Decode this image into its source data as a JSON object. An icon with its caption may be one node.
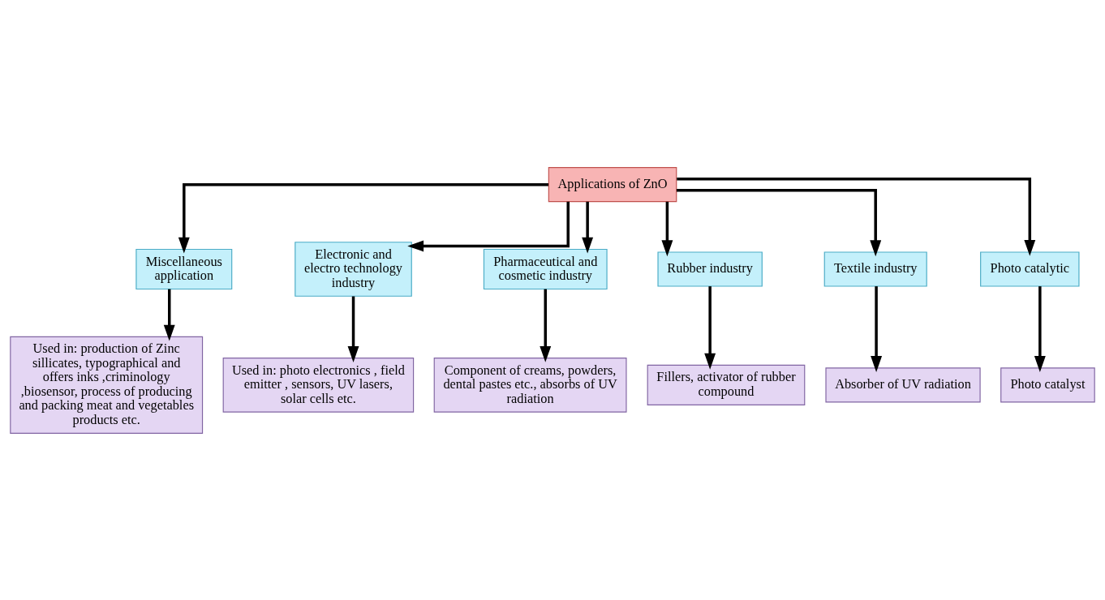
{
  "diagram": {
    "nodes": [
      {
        "text": [
          "Applications of ZnO"
        ]
      },
      {
        "text": [
          "Miscellaneous application"
        ]
      },
      {
        "text": [
          "Electronic and electro technology industry"
        ]
      },
      {
        "text": [
          "Pharmaceutical and cosmetic industry"
        ]
      },
      {
        "text": [
          "Rubber industry"
        ]
      },
      {
        "text": [
          "Textile industry"
        ]
      },
      {
        "text": [
          "Photo catalytic"
        ]
      },
      {
        "text": [
          "Used in: production of Zinc sillicates, typographical and offers inks ,criminology ,biosensor, process of producing and packing meat and vegetables products etc."
        ]
      },
      {
        "text": [
          "Used in: photo electronics , field emitter , sensors, UV lasers, solar cells etc."
        ]
      },
      {
        "text": [
          "Component of creams, powders, dental pastes etc., absorbs of UV radiation"
        ]
      },
      {
        "text": [
          "Fillers, activator of rubber compound"
        ]
      },
      {
        "text": [
          "Absorber of UV radiation"
        ]
      },
      {
        "text": [
          "Photo catalyst"
        ]
      }
    ],
    "edges": [
      {
        "from": 0,
        "to": 1,
        "arrow": "to"
      },
      {
        "from": 0,
        "to": 2,
        "arrow": "to"
      },
      {
        "from": 0,
        "to": 3,
        "arrow": "to"
      },
      {
        "from": 0,
        "to": 4,
        "arrow": "to"
      },
      {
        "from": 0,
        "to": 5,
        "arrow": "to"
      },
      {
        "from": 0,
        "to": 6,
        "arrow": "to"
      },
      {
        "from": 1,
        "to": 7,
        "arrow": "to"
      },
      {
        "from": 2,
        "to": 8,
        "arrow": "to"
      },
      {
        "from": 3,
        "to": 9,
        "arrow": "to"
      },
      {
        "from": 4,
        "to": 10,
        "arrow": "to"
      },
      {
        "from": 5,
        "to": 11,
        "arrow": "to"
      },
      {
        "from": 6,
        "to": 12,
        "arrow": "to"
      }
    ]
  }
}
